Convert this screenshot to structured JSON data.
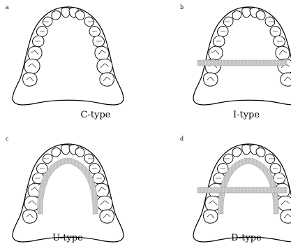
{
  "panels": [
    {
      "letter": "a",
      "label": "C-type",
      "design": "none"
    },
    {
      "letter": "b",
      "label": "I-type",
      "design": "palatal-bar"
    },
    {
      "letter": "c",
      "label": "U-type",
      "design": "u-strap"
    },
    {
      "letter": "d",
      "label": "D-type",
      "design": "u-strap-bar"
    }
  ],
  "colors": {
    "outline": "#000000",
    "connector": "#bdbdbd"
  }
}
